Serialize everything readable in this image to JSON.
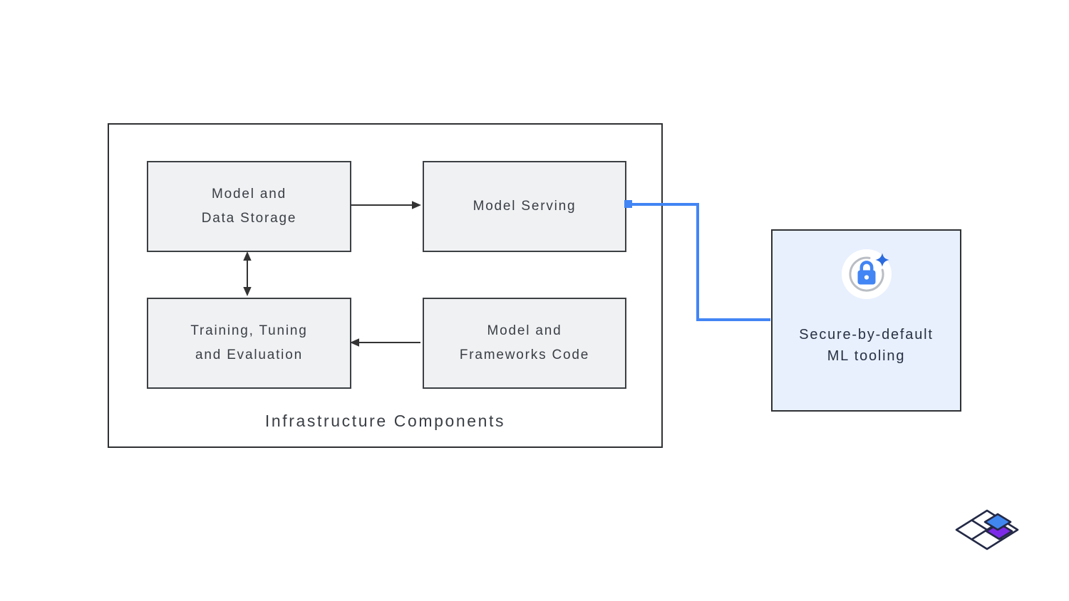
{
  "infrastructure": {
    "title": "Infrastructure Components",
    "boxes": {
      "model_data_storage": {
        "line1": "Model and",
        "line2": "Data Storage"
      },
      "model_serving": {
        "line1": "Model Serving"
      },
      "training_tuning": {
        "line1": "Training, Tuning",
        "line2": "and Evaluation"
      },
      "model_frameworks": {
        "line1": "Model and",
        "line2": "Frameworks Code"
      }
    }
  },
  "secure_tooling": {
    "line1": "Secure-by-default",
    "line2": "ML tooling",
    "icon": "lock-sparkle-icon"
  },
  "icons": {
    "secure_badge": "lock-sparkle-icon",
    "brand_logo": "isometric-layered-diamond-logo"
  },
  "colors": {
    "connector_blue": "#4285f4",
    "lock_blue": "#4285f4",
    "sparkle_blue": "#2b6be0",
    "secure_box_bg": "#e8f0fe",
    "secure_text": "#273142",
    "box_bg": "#f0f1f3",
    "node_border": "#3c4043",
    "border_dark": "#2f3133",
    "arrow_dark": "#333333",
    "arc_gray": "#b9bdc4",
    "text_dark": "#3a3f45",
    "logo_outline": "#232946",
    "logo_purple": "#7d2ae8",
    "logo_blue": "#4187f0"
  }
}
